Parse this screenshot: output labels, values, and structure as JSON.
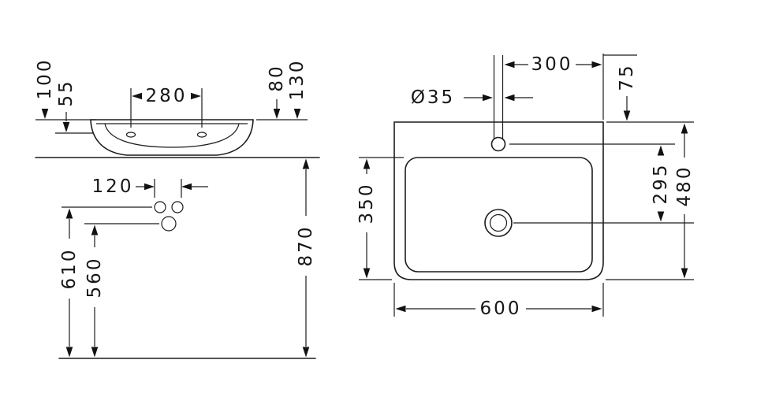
{
  "front_view": {
    "dims": {
      "d100": "100",
      "d55": "55",
      "d280": "280",
      "d80": "80",
      "d130": "130",
      "d120": "120",
      "d610": "610",
      "d560": "560",
      "d870": "870"
    }
  },
  "plan_view": {
    "dims": {
      "d300": "300",
      "d75": "75",
      "dia35": "Ø35",
      "d295": "295",
      "d480": "480",
      "d350": "350",
      "d600": "600"
    }
  }
}
